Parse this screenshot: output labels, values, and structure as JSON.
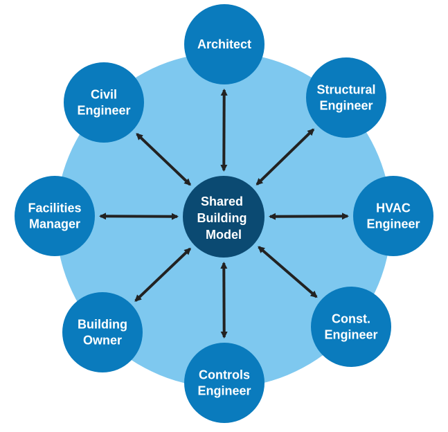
{
  "colors": {
    "background_ring": "#7ec8ef",
    "node_fill": "#0a7bbd",
    "center_fill": "#0b4a72",
    "arrow": "#222222",
    "text": "#ffffff"
  },
  "center": {
    "lines": [
      "Shared",
      "Building",
      "Model"
    ]
  },
  "nodes": [
    {
      "id": "architect",
      "lines": [
        "Architect"
      ]
    },
    {
      "id": "structural-engineer",
      "lines": [
        "Structural",
        "Engineer"
      ]
    },
    {
      "id": "hvac-engineer",
      "lines": [
        "HVAC",
        "Engineer"
      ]
    },
    {
      "id": "const-engineer",
      "lines": [
        "Const.",
        "Engineer"
      ]
    },
    {
      "id": "controls-engineer",
      "lines": [
        "Controls",
        "Engineer"
      ]
    },
    {
      "id": "building-owner",
      "lines": [
        "Building",
        "Owner"
      ]
    },
    {
      "id": "facilities-manager",
      "lines": [
        "Facilities",
        "Manager"
      ]
    },
    {
      "id": "civil-engineer",
      "lines": [
        "Civil",
        "Engineer"
      ]
    }
  ]
}
